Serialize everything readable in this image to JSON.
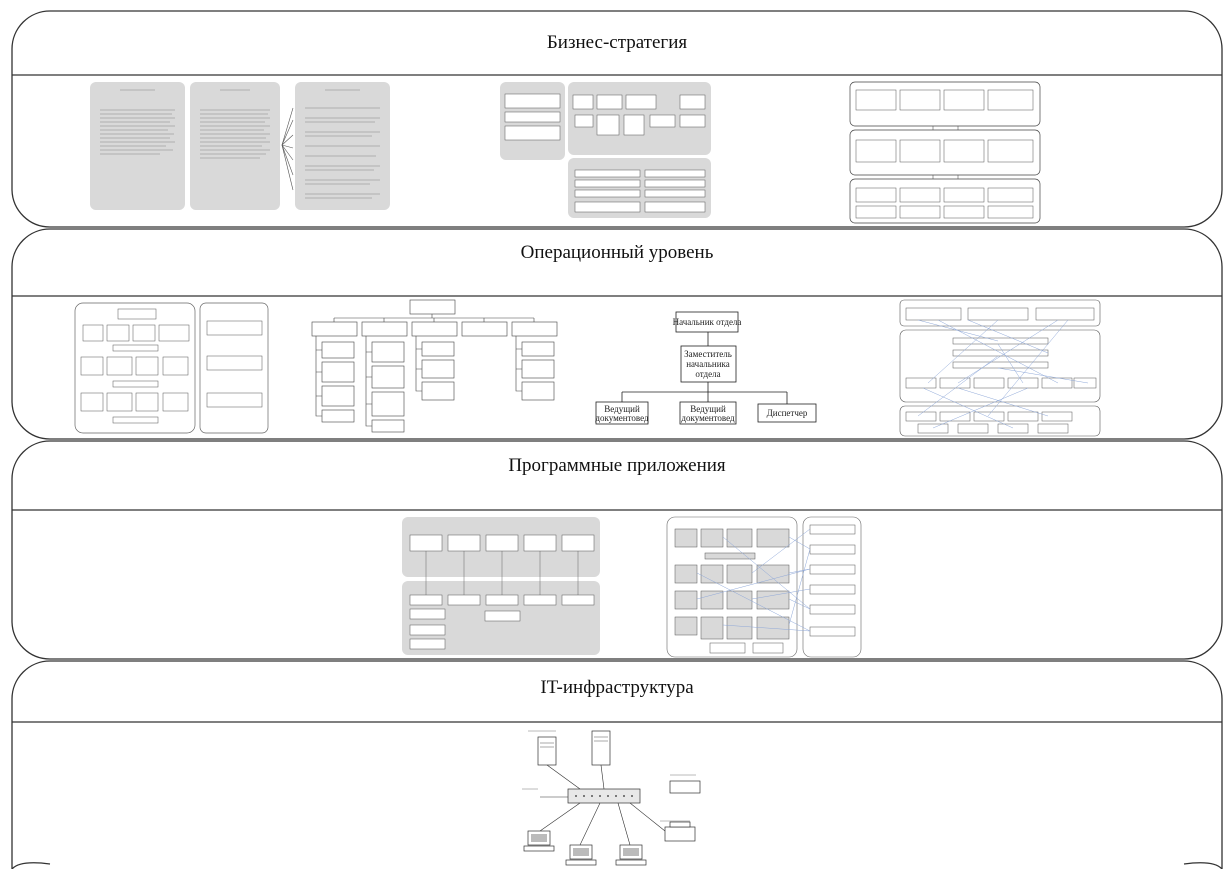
{
  "layers": [
    {
      "id": "business",
      "title": "Бизнес-стратегия"
    },
    {
      "id": "operational",
      "title": "Операционный уровень"
    },
    {
      "id": "applications",
      "title": "Программные приложения"
    },
    {
      "id": "infrastructure",
      "title": "IT-инфраструктура"
    }
  ],
  "org_chart": {
    "head": "Начальник отдела",
    "deputy_line1": "Заместитель",
    "deputy_line2": "начальника",
    "deputy_line3": "отдела",
    "leaf1_line1": "Ведущий",
    "leaf1_line2": "документовед",
    "leaf2_line1": "Ведущий",
    "leaf2_line2": "документовед",
    "leaf3": "Диспетчер"
  },
  "colors": {
    "lane_border": "#333333",
    "thumb_panel": "#d9d9d9",
    "thumb_box": "#ffffff",
    "link_blue": "#8fa8d8"
  }
}
